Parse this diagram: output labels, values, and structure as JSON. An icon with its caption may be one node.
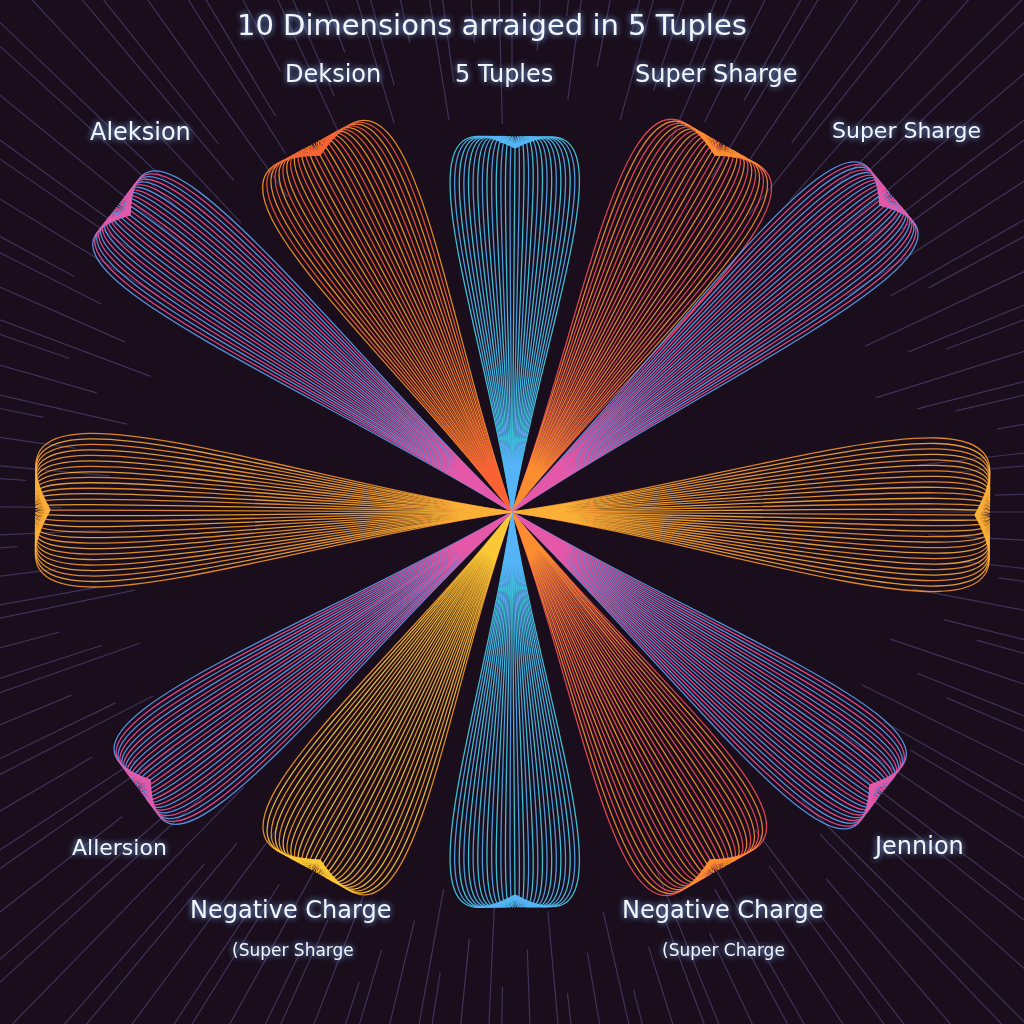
{
  "diagram": {
    "title": "10 Dimensions arraiged in 5 Tuples",
    "labels": [
      "Deksion",
      "5 Tuples",
      "Super Sharge",
      "Aleksion",
      "Super Sharge",
      "Allersion",
      "Jennion",
      "Negative Charge",
      "(Super Sharge",
      "Negative Charge",
      "(Super Charge"
    ]
  }
}
